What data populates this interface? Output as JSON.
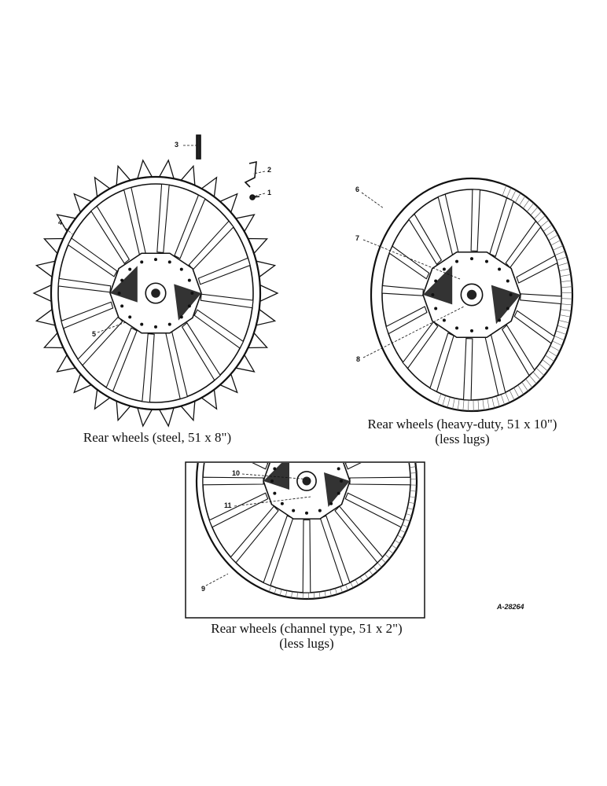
{
  "figures": {
    "steel_wheel": {
      "caption": "Rear wheels (steel, 51 x 8\")",
      "callouts": [
        "1",
        "2",
        "3",
        "4",
        "5"
      ]
    },
    "heavy_duty_wheel": {
      "caption_line1": "Rear wheels (heavy-duty, 51 x 10\")",
      "caption_line2": "(less lugs)",
      "callouts": [
        "6",
        "7",
        "8"
      ]
    },
    "channel_wheel": {
      "caption_line1": "Rear wheels (channel type, 51 x 2\")",
      "caption_line2": "(less lugs)",
      "callouts": [
        "10",
        "11",
        "9"
      ]
    }
  },
  "figure_id": "A-28264"
}
